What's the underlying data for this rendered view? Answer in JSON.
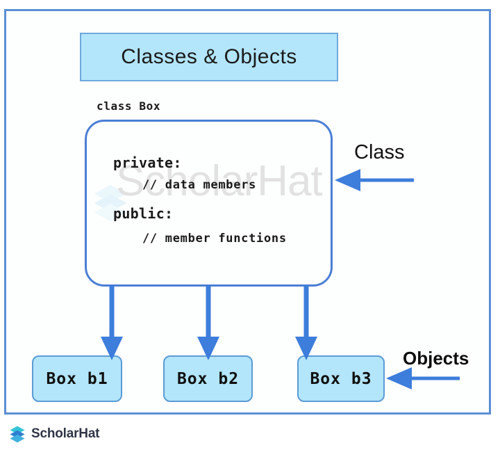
{
  "diagram": {
    "title": "Classes & Objects",
    "class_caption": "class Box",
    "class_body": {
      "line1": "private:",
      "line2": "// data members",
      "line3": "public:",
      "line4": "// member functions"
    },
    "annotations": {
      "class_label": "Class",
      "objects_label": "Objects"
    },
    "objects": [
      {
        "label": "Box b1"
      },
      {
        "label": "Box b2"
      },
      {
        "label": "Box b3"
      }
    ],
    "watermark": "ScholarHat",
    "footer": {
      "brand": "ScholarHat"
    },
    "colors": {
      "frame_border": "#5b8fd4",
      "box_fill": "#b3e5fb",
      "box_border": "#5b9bd5",
      "class_border": "#4a7fd4",
      "arrow": "#3d7ddb",
      "text": "#1a1a1a",
      "watermark": "#e2e2e2",
      "logo_dark": "#2f3545",
      "logo_teal": "#35c4d7",
      "logo_blue": "#2f7fd1"
    }
  }
}
